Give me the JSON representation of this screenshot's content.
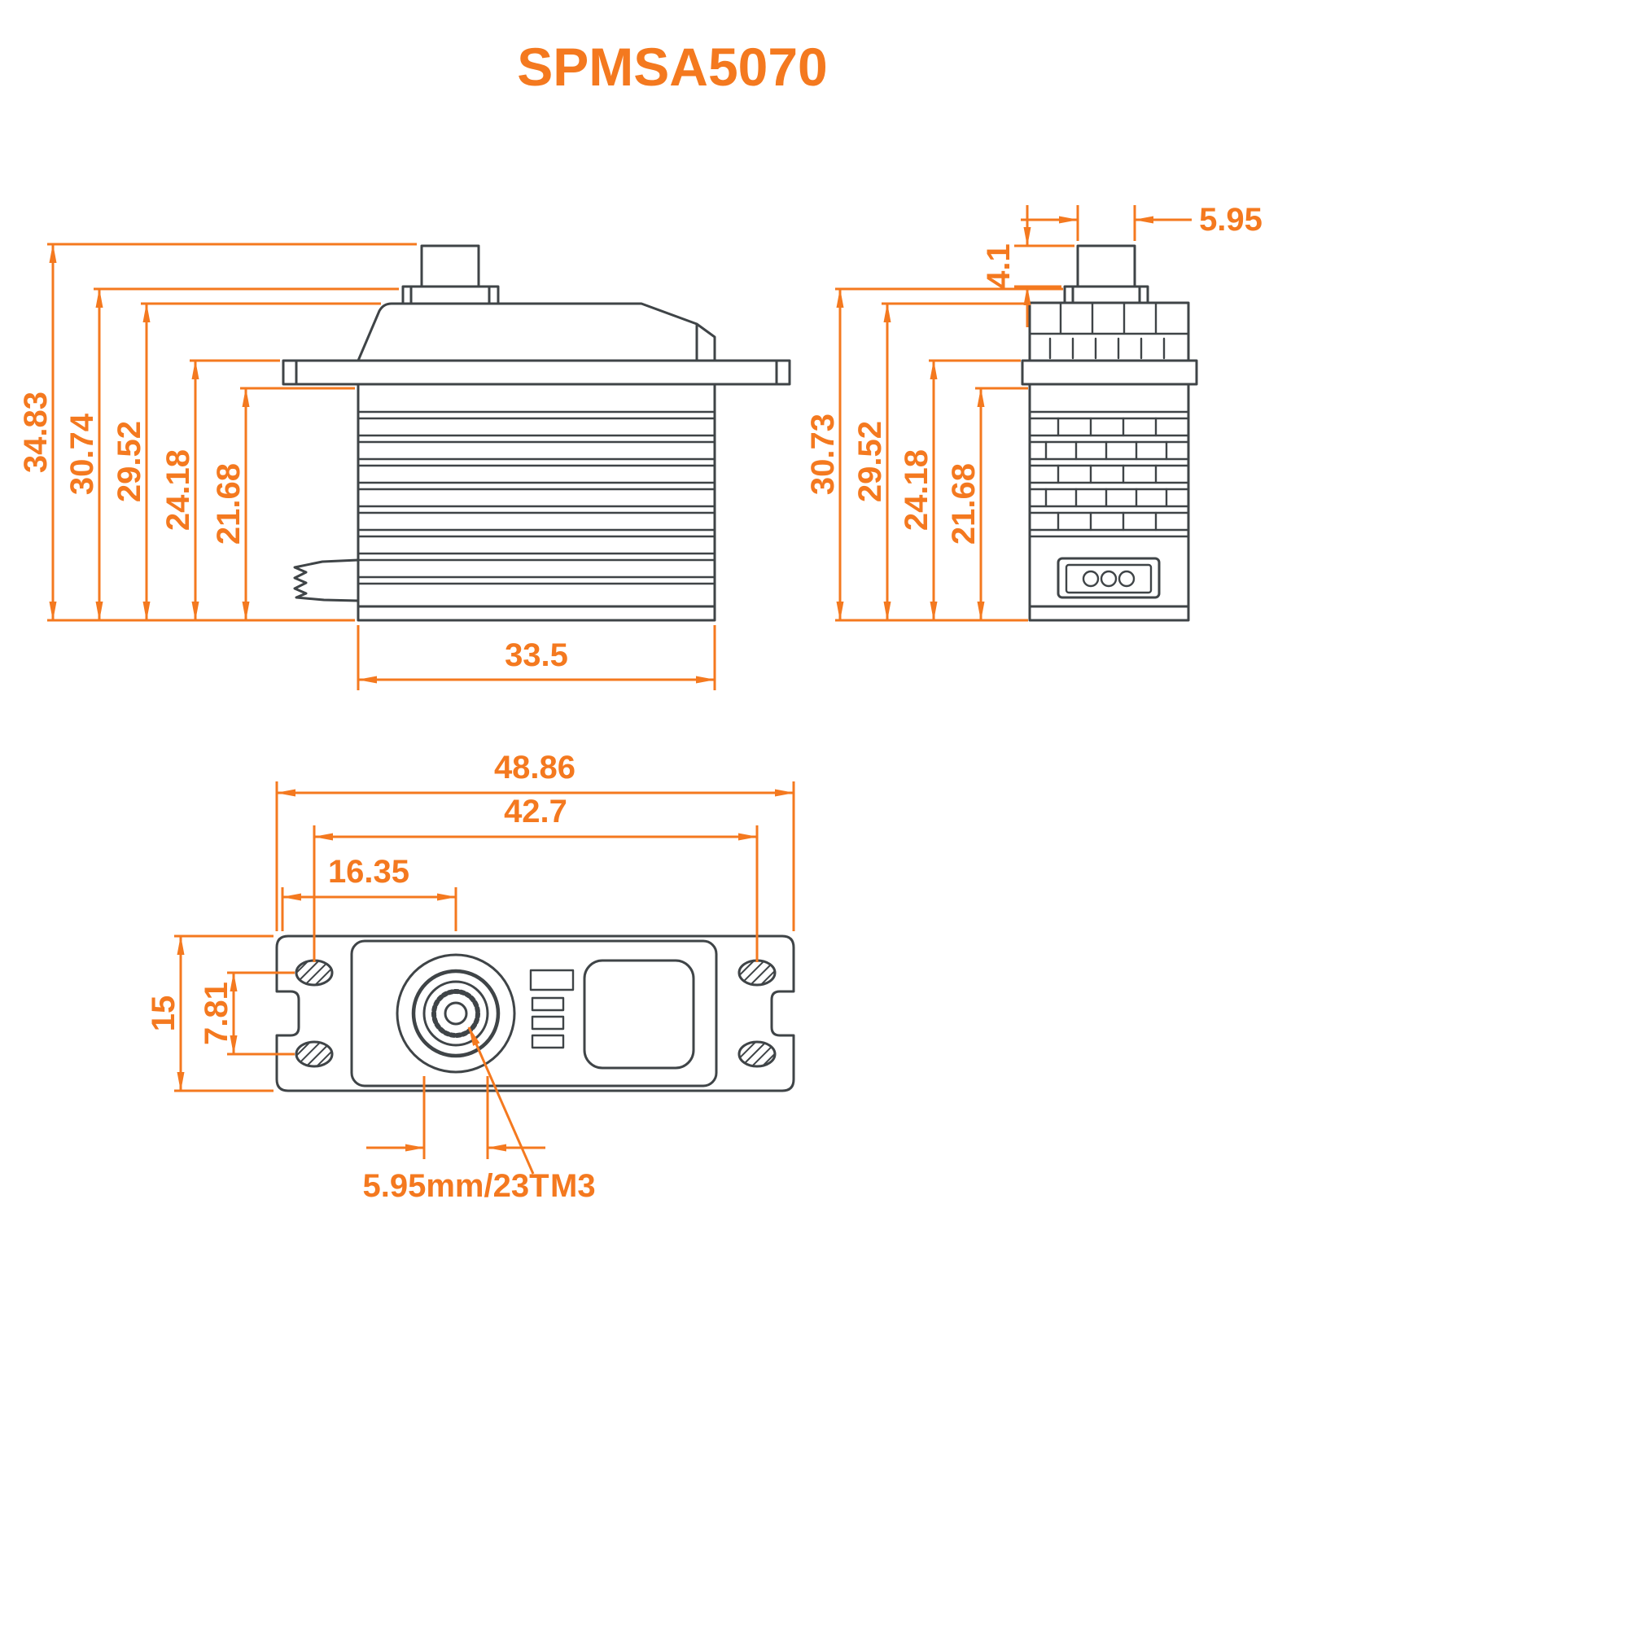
{
  "title": "SPMSA5070",
  "colors": {
    "accent": "#F4791F",
    "drawing": "#3F4447",
    "background": "#FFFFFF"
  },
  "views": {
    "side": {
      "dims": {
        "overall_height": "34.83",
        "height_to_collar": "30.74",
        "height_to_case_top": "29.52",
        "height_to_flange_top": "24.18",
        "height_to_flange_bottom": "21.68",
        "case_length": "33.5"
      }
    },
    "front": {
      "dims": {
        "spline_width": "5.95",
        "shaft_height": "4.1",
        "overall_height": "30.73",
        "height_to_case_top": "29.52",
        "height_to_flange_top": "24.18",
        "height_to_flange_bottom": "21.68"
      }
    },
    "top": {
      "dims": {
        "overall_length": "48.86",
        "mount_hole_span": "42.7",
        "shaft_center_offset": "16.35",
        "case_width": "15",
        "slot_span": "7.81",
        "spline_spec": "5.95mm/23T",
        "screw_spec": "M3"
      }
    }
  }
}
